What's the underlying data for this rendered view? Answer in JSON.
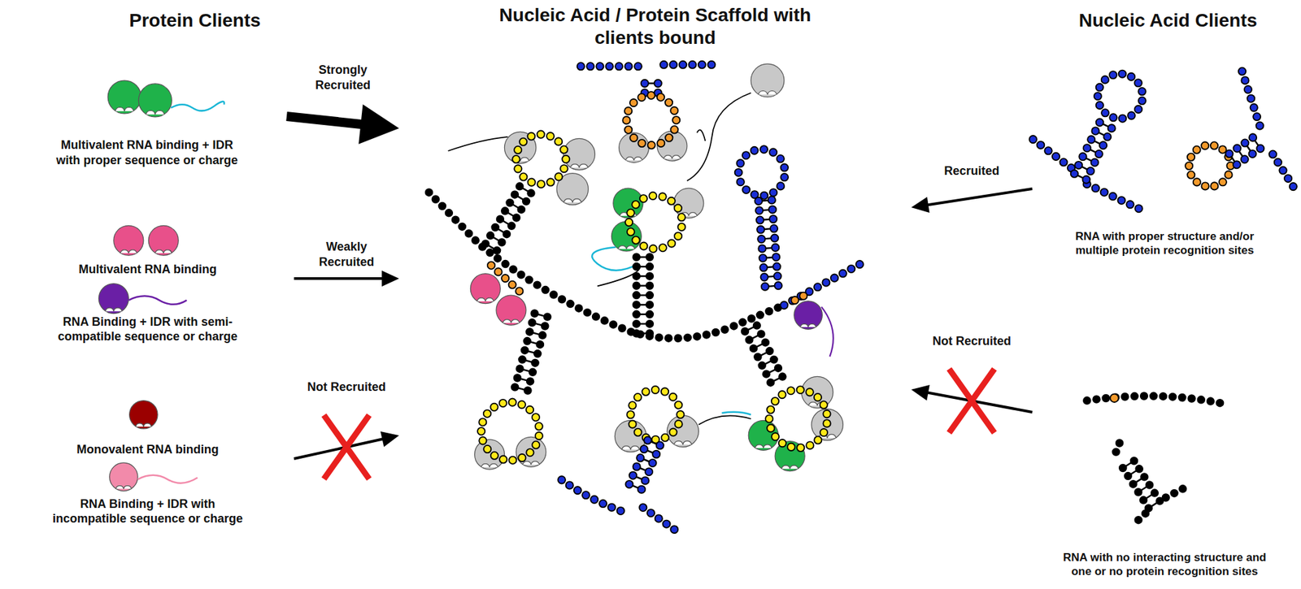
{
  "diagram": {
    "nodes": [
      {
        "text": [
          "Multivalent RNA binding + IDR with proper sequence or charge"
        ]
      },
      {
        "text": [
          "Multivalent RNA binding",
          "RNA Binding + IDR with semi-compatible sequence or charge"
        ]
      },
      {
        "text": [
          "Monovalent RNA binding",
          "RNA Binding + IDR with incompatible sequence or charge"
        ]
      },
      {
        "text": [
          "Nucleic Acid / Protein Scaffold with clients bound"
        ]
      },
      {
        "text": [
          "RNA with proper structure and/or multiple protein recognition sites"
        ]
      },
      {
        "text": [
          "RNA with no interacting structure and one or no protein recognition sites"
        ]
      }
    ],
    "edges": [
      {
        "from": 0,
        "to": 3,
        "label": "Strongly Recruited",
        "arrow": "to"
      },
      {
        "from": 1,
        "to": 3,
        "label": "Weakly Recruited",
        "arrow": "to"
      },
      {
        "from": 2,
        "to": 3,
        "label": "Not Recruited",
        "arrow": "to"
      },
      {
        "from": 4,
        "to": 3,
        "label": "Recruited",
        "arrow": "to"
      },
      {
        "from": 5,
        "to": 3,
        "label": "Not Recruited",
        "arrow": "to"
      }
    ],
    "labels": [
      "Protein Clients",
      "Nucleic Acid Clients"
    ]
  }
}
